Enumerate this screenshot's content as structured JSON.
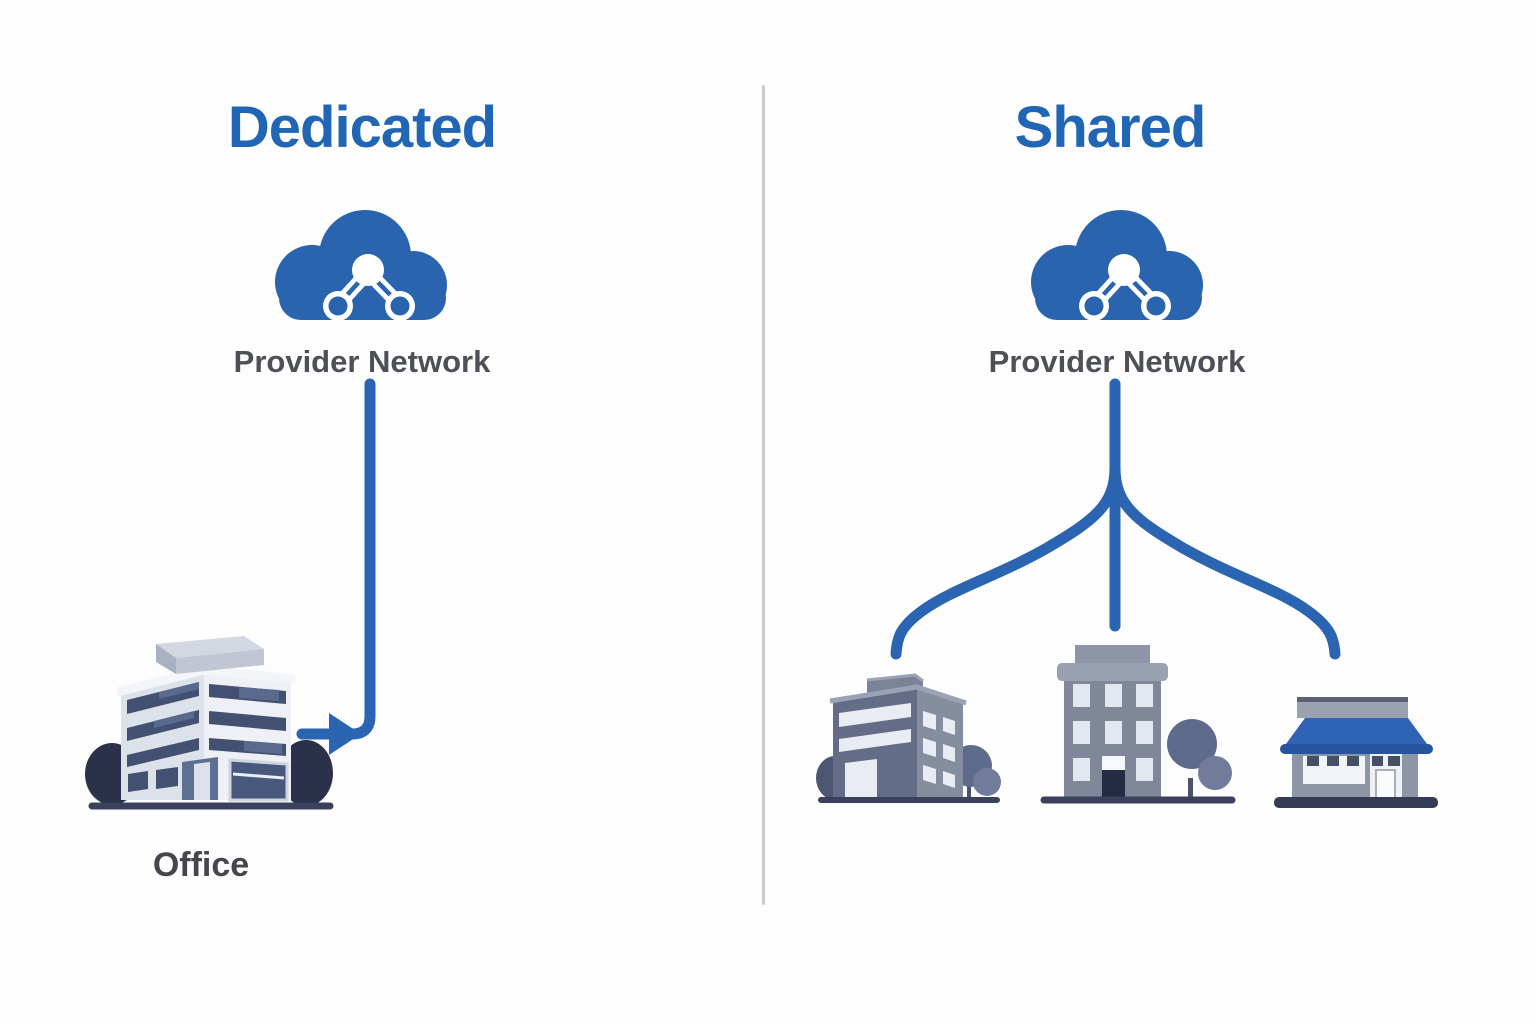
{
  "dedicated": {
    "title": "Dedicated",
    "provider_label": "Provider Network",
    "building_label": "Office",
    "icons": {
      "cloud": "cloud-network-icon",
      "connector": "dedicated-line-with-arrow",
      "building": "office-building"
    }
  },
  "shared": {
    "title": "Shared",
    "provider_label": "Provider Network",
    "icons": {
      "cloud": "cloud-network-icon",
      "connector": "three-branch-shared-lines",
      "buildings": [
        "isometric-office-building",
        "apartment-building",
        "storefront-shop"
      ]
    }
  },
  "colors": {
    "title_blue": "#2166b4",
    "line_blue": "#2b65b2",
    "cloud_blue": "#2a63ae",
    "provider_label_gray": "#4e5058",
    "building_label_gray": "#45464c",
    "divider_gray": "#c9cacd",
    "background": "#fdfdfe",
    "ground_navy": "#3a415c",
    "bush_navy": "#2b3149",
    "awning_blue": "#2e63b6",
    "awning_valance_blue": "#26549f",
    "tree_slate": "#5e6b8a",
    "tree_slate_light": "#707c99",
    "wall_light": "#eef0f5",
    "wall_shaded": "#dde2ea",
    "wall_mid": "#858e9f",
    "wall_dark": "#636d88",
    "window_dark": "#425171",
    "window_light": "#e9ecf3",
    "door_dark": "#232c43"
  }
}
